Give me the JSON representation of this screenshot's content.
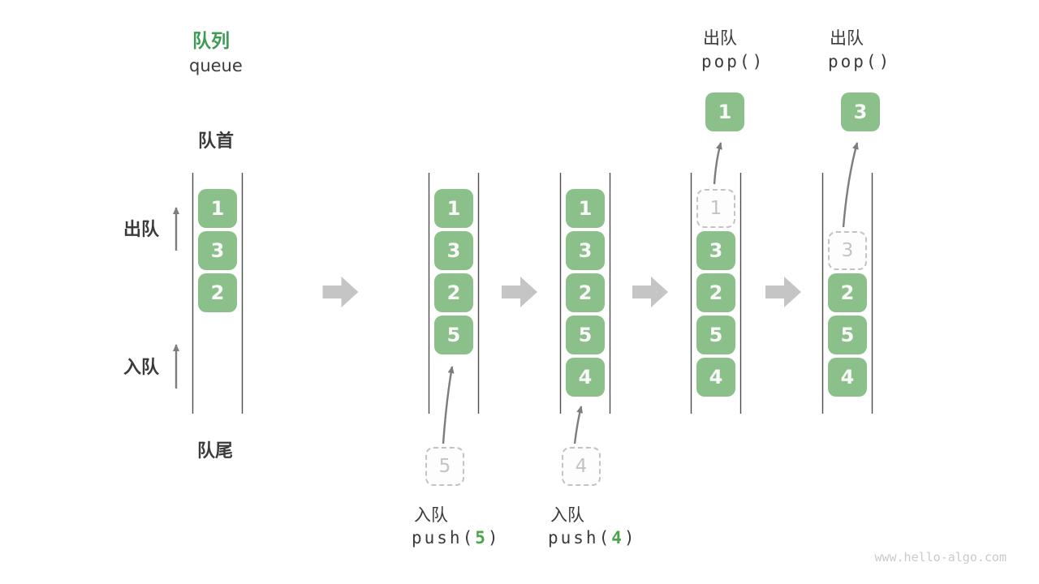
{
  "title": {
    "zh": "队列",
    "en": "queue"
  },
  "side_labels": {
    "front": "队首",
    "rear": "队尾",
    "dequeue": "出队",
    "enqueue": "入队"
  },
  "states": [
    {
      "slots": [
        {
          "value": "1"
        },
        {
          "value": "3"
        },
        {
          "value": "2"
        }
      ]
    },
    {
      "slots": [
        {
          "value": "1"
        },
        {
          "value": "3"
        },
        {
          "value": "2"
        },
        {
          "value": "5"
        }
      ]
    },
    {
      "slots": [
        {
          "value": "1"
        },
        {
          "value": "3"
        },
        {
          "value": "2"
        },
        {
          "value": "5"
        },
        {
          "value": "4"
        }
      ]
    },
    {
      "slots": [
        {
          "value": "1",
          "ghost": true
        },
        {
          "value": "3"
        },
        {
          "value": "2"
        },
        {
          "value": "5"
        },
        {
          "value": "4"
        }
      ]
    },
    {
      "slots": [
        null,
        {
          "value": "3",
          "ghost": true
        },
        {
          "value": "2"
        },
        {
          "value": "5"
        },
        {
          "value": "4"
        }
      ]
    }
  ],
  "push_events": [
    {
      "label": "入队",
      "staged_value": "5",
      "code_prefix": "push(",
      "arg": "5",
      "code_suffix": ")"
    },
    {
      "label": "入队",
      "staged_value": "4",
      "code_prefix": "push(",
      "arg": "4",
      "code_suffix": ")"
    }
  ],
  "pop_events": [
    {
      "label": "出队",
      "code": "pop()",
      "value": "1"
    },
    {
      "label": "出队",
      "code": "pop()",
      "value": "3"
    }
  ],
  "watermark": "www.hello-algo.com",
  "colors": {
    "box_green": "#8BC08B",
    "title_green": "#3E9B54",
    "code_green": "#4AA44C",
    "text_dark": "#3B3B3B",
    "line_dark": "#4D4D4D",
    "arrow_gray": "#7D7D7D",
    "block_arrow_gray": "#C5C5C5",
    "ghost_gray": "#C3C3C3",
    "watermark_gray": "#CACACA"
  }
}
